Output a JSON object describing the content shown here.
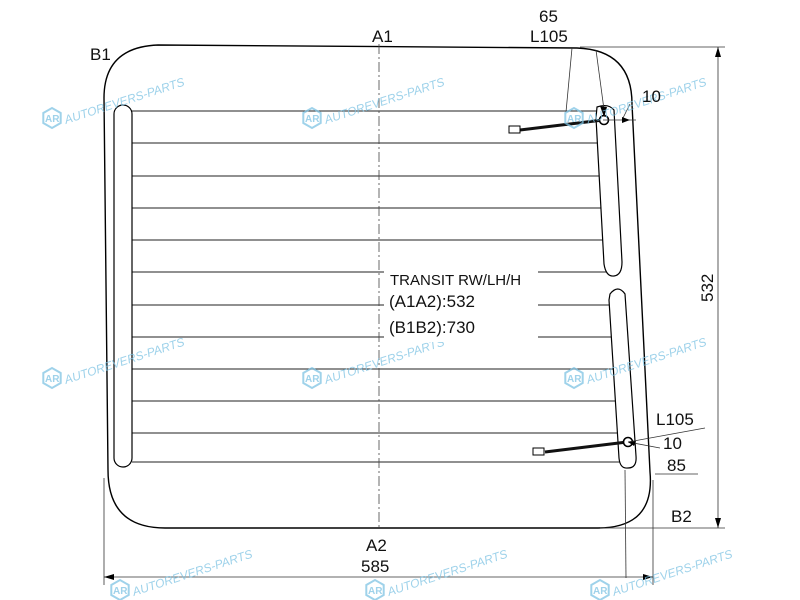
{
  "drawing": {
    "labels": {
      "a1": "A1",
      "a2": "A2",
      "b1": "B1",
      "b2": "B2"
    },
    "dimensions": {
      "top_offset": "65",
      "top_length": "L105",
      "top_gap": "10",
      "height": "532",
      "bottom_length": "L105",
      "bottom_gap": "10",
      "bottom_offset": "85",
      "width": "585"
    },
    "spec": {
      "model": "TRANSIT RW/LH/H",
      "a1a2": "(A1A2):532",
      "b1b2": "(B1B2):730"
    },
    "watermark": {
      "text": "AUTOREVERS-PARTS",
      "logo": "AR"
    }
  }
}
